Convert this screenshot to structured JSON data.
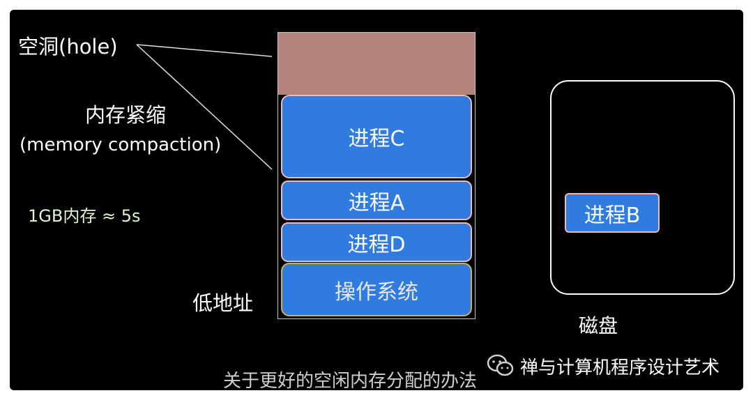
{
  "labels": {
    "hole": "空洞(hole)",
    "compaction_title": "内存紧缩",
    "compaction_en": "(memory compaction)",
    "speed": "1GB内存 ≈ 5s",
    "low_address": "低地址",
    "disk": "磁盘"
  },
  "memory_blocks": {
    "proc_c": "进程C",
    "proc_a": "进程A",
    "proc_d": "进程D",
    "os": "操作系统"
  },
  "disk_blocks": {
    "proc_b": "进程B"
  },
  "caption": "关于更好的空闲内存分配的办法",
  "watermark": "禅与计算机程序设计艺术",
  "colors": {
    "background": "#000000",
    "process": "#2f7be0",
    "hole": "#b5837a",
    "process_border_pink": "#f2b8b4",
    "os_border": "#d6b04a"
  }
}
